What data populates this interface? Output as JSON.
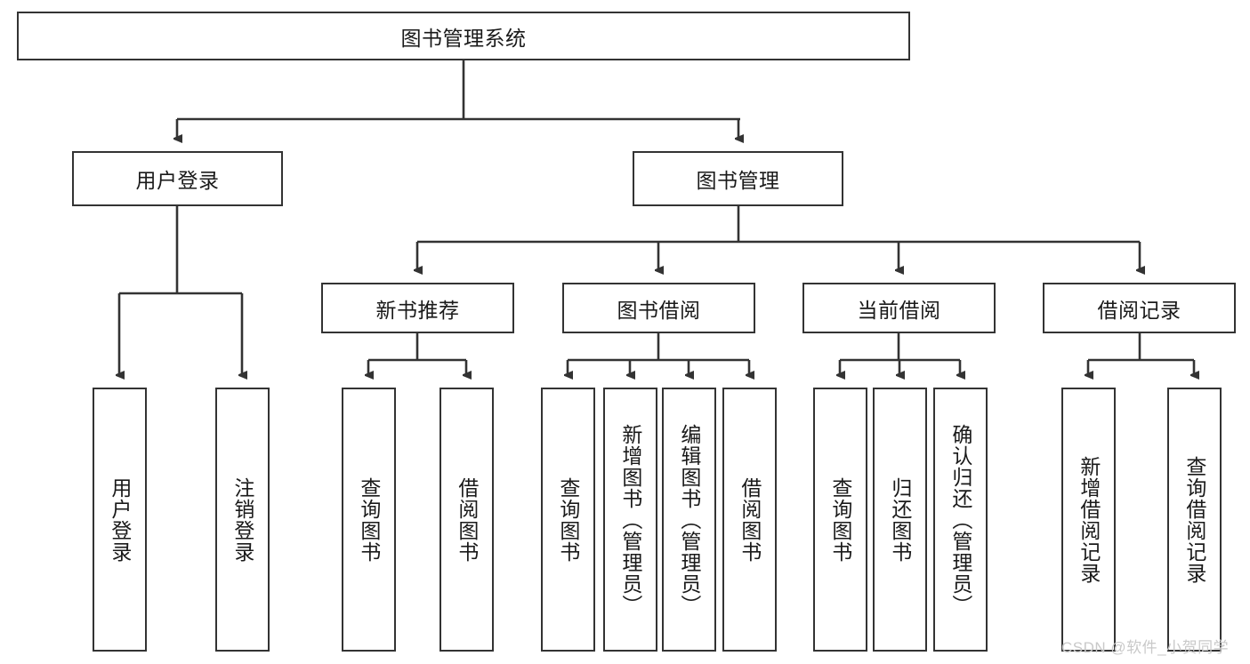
{
  "diagram": {
    "title": "图书管理系统",
    "type": "tree",
    "root": {
      "label": "图书管理系统"
    },
    "level2": [
      {
        "label": "用户登录"
      },
      {
        "label": "图书管理"
      }
    ],
    "level3": [
      {
        "label": "新书推荐"
      },
      {
        "label": "图书借阅"
      },
      {
        "label": "当前借阅"
      },
      {
        "label": "借阅记录"
      }
    ],
    "leaves": {
      "user_login": [
        {
          "label": "用户登录"
        },
        {
          "label": "注销登录"
        }
      ],
      "new_book_recommend": [
        {
          "label": "查询图书"
        },
        {
          "label": "借阅图书"
        }
      ],
      "book_borrow": [
        {
          "label": "查询图书"
        },
        {
          "label": "新增图书（管理员）"
        },
        {
          "label": "编辑图书（管理员）"
        },
        {
          "label": "借阅图书"
        }
      ],
      "current_borrow": [
        {
          "label": "查询图书"
        },
        {
          "label": "归还图书"
        },
        {
          "label": "确认归还（管理员）"
        }
      ],
      "borrow_record": [
        {
          "label": "新增借阅记录"
        },
        {
          "label": "查询借阅记录"
        }
      ]
    }
  },
  "watermark": {
    "text": "CSDN @软件_小贺同学"
  },
  "colors": {
    "box_border": "#333333",
    "box_fill": "#ffffff",
    "connector": "#333333",
    "text": "#1a1a1a",
    "watermark": "#c9c9c9"
  }
}
